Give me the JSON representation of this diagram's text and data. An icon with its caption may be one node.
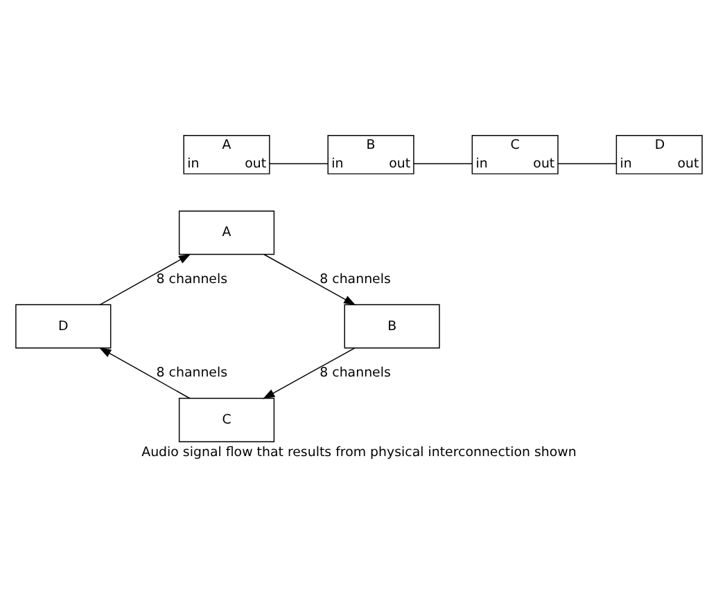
{
  "diagram": {
    "caption": "Audio signal flow that results from physical interconnection shown",
    "nodes": [
      {
        "text": [
          "A",
          "in",
          "out"
        ]
      },
      {
        "text": [
          "B",
          "in",
          "out"
        ]
      },
      {
        "text": [
          "C",
          "in",
          "out"
        ]
      },
      {
        "text": [
          "D",
          "in",
          "out"
        ]
      },
      {
        "text": [
          "A"
        ]
      },
      {
        "text": [
          "B"
        ]
      },
      {
        "text": [
          "C"
        ]
      },
      {
        "text": [
          "D"
        ]
      }
    ],
    "edges": [
      {
        "from": 0,
        "to": 1,
        "arrow": "none"
      },
      {
        "from": 1,
        "to": 2,
        "arrow": "none"
      },
      {
        "from": 2,
        "to": 3,
        "arrow": "none"
      },
      {
        "from": 4,
        "to": 5,
        "arrow": "to",
        "label": "8 channels"
      },
      {
        "from": 5,
        "to": 6,
        "arrow": "to",
        "label": "8 channels"
      },
      {
        "from": 6,
        "to": 7,
        "arrow": "to",
        "label": "8 channels"
      },
      {
        "from": 7,
        "to": 4,
        "arrow": "to",
        "label": "8 channels"
      }
    ]
  }
}
